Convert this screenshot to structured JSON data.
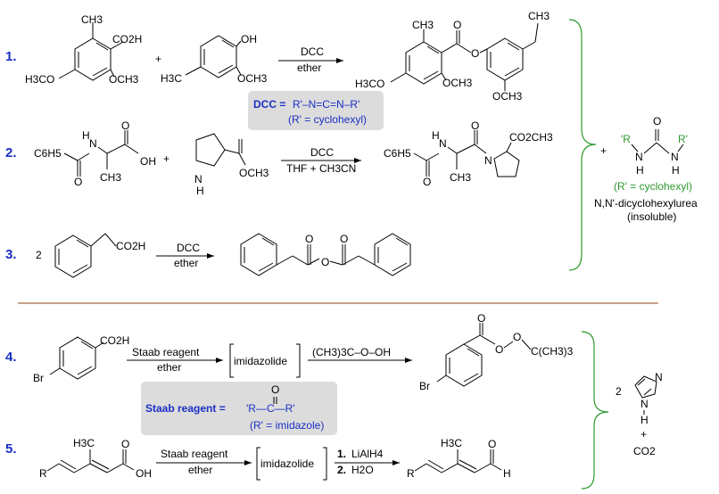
{
  "reactions": [
    {
      "number": "1.",
      "reactant1_groups": {
        "ch3": "CH3",
        "co2h": "CO2H",
        "och3_left": "H3CO",
        "och3_right": "OCH3"
      },
      "plus": "+",
      "reactant2_groups": {
        "oh": "OH",
        "ch3": "H3C",
        "och3": "OCH3"
      },
      "reagent_top": "DCC",
      "reagent_bottom": "ether",
      "product_groups": {
        "ch3_top": "CH3",
        "ch3_right": "CH3",
        "o": "O",
        "och3_left": "H3CO",
        "och3_mid": "OCH3",
        "och3_right": "OCH3"
      }
    },
    {
      "number": "2.",
      "reactant1_groups": {
        "c6h5": "C6H5",
        "n": "N",
        "h": "H",
        "o": "O",
        "oh": "OH",
        "ch3": "CH3"
      },
      "plus": "+",
      "reactant2_groups": {
        "n": "N",
        "h": "H",
        "och3": "OCH3"
      },
      "reagent_top": "DCC",
      "reagent_bottom": "THF + CH3CN",
      "product_groups": {
        "c6h5": "C6H5",
        "n": "N",
        "h": "H",
        "co2ch3": "CO2CH3",
        "ch3": "CH3",
        "o": "O"
      }
    },
    {
      "number": "3.",
      "coefficient": "2",
      "reactant1_groups": {
        "co2h": "CO2H"
      },
      "reagent_top": "DCC",
      "reagent_bottom": "ether",
      "product_groups": {
        "o": "O"
      }
    },
    {
      "number": "4.",
      "reactant1_groups": {
        "co2h": "CO2H",
        "br": "Br"
      },
      "reagent_top": "Staab reagent",
      "reagent_bottom": "ether",
      "intermediate": "imidazolide",
      "reagent2_top": "(CH3)3C–O–OH",
      "product_groups": {
        "o": "O",
        "tbu": "C(CH3)3",
        "br": "Br"
      }
    },
    {
      "number": "5.",
      "reactant1_groups": {
        "r": "R",
        "ch3": "H3C",
        "o": "O",
        "oh": "OH"
      },
      "reagent_top": "Staab reagent",
      "reagent_bottom": "ether",
      "intermediate": "imidazolide",
      "reagent2_step1_num": "1.",
      "reagent2_step1": "LiAlH4",
      "reagent2_step2_num": "2.",
      "reagent2_step2": "H2O",
      "product_groups": {
        "r": "R",
        "ch3": "H3C",
        "o": "O",
        "h": "H"
      }
    }
  ],
  "dcc_box": {
    "label": "DCC =",
    "formula": "R'–N=C=N–R'",
    "note": "(R' = cyclohexyl)"
  },
  "staab_box": {
    "label": "Staab reagent =",
    "o": "O",
    "formula": "'R—C—R'",
    "note": "(R' = imidazole)"
  },
  "byproduct_top": {
    "plus": "+",
    "o": "O",
    "r_left": "'R",
    "r_right": "R'",
    "n": "N",
    "h": "H",
    "note": "(R' = cyclohexyl)",
    "name": "N,N'-dicyclohexylurea",
    "solubility": "(insoluble)"
  },
  "byproduct_bottom": {
    "coefficient": "2",
    "n": "N",
    "h": "H",
    "plus": "+",
    "co2": "CO2"
  },
  "colors": {
    "numbers": "#1a2fc4",
    "bracket": "#2e9a2e",
    "divider": "#8b4513",
    "box": "#dcdcdc"
  }
}
